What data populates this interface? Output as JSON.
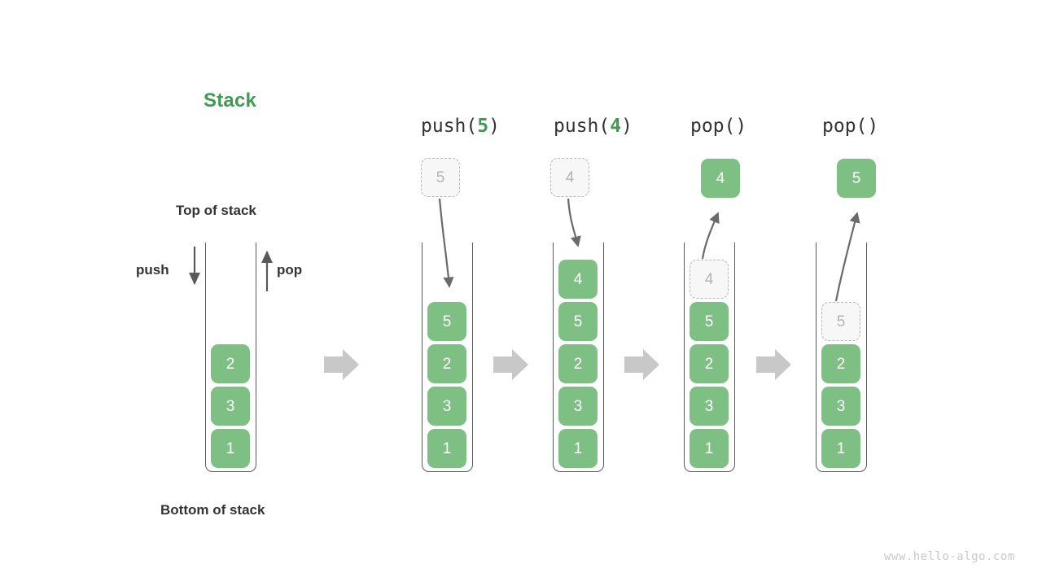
{
  "diagram": {
    "title": "Stack",
    "top_label": "Top of stack",
    "bottom_label": "Bottom of stack",
    "push_label": "push",
    "pop_label": "pop",
    "watermark": "www.hello-algo.com"
  },
  "colors": {
    "element_green": "#7ebf84",
    "title_green": "#3f9a52",
    "ghost_fill": "#f7f7f7",
    "ghost_border": "#b7b7b7",
    "ghost_text": "#b4b4b4",
    "arrow_gray": "#6a6a6a",
    "transition_arrow_gray": "#c8c8c8",
    "container_stroke": "#5a5a5a",
    "text_dark": "#333333",
    "watermark_gray": "#c9c9c9",
    "background": "#ffffff"
  },
  "steps": [
    {
      "id": "initial",
      "title_prefix": "",
      "title_arg": "",
      "title_suffix": "",
      "has_title": false,
      "elements": [
        "2",
        "3",
        "1"
      ],
      "floating": null,
      "ghost_in_stack": null,
      "arrow": null
    },
    {
      "id": "push-5",
      "title_prefix": "push(",
      "title_arg": "5",
      "title_suffix": ")",
      "has_title": true,
      "elements": [
        "5",
        "2",
        "3",
        "1"
      ],
      "floating": {
        "value": "5",
        "style": "ghost"
      },
      "ghost_in_stack": null,
      "arrow": "down"
    },
    {
      "id": "push-4",
      "title_prefix": "push(",
      "title_arg": "4",
      "title_suffix": ")",
      "has_title": true,
      "elements": [
        "4",
        "5",
        "2",
        "3",
        "1"
      ],
      "floating": {
        "value": "4",
        "style": "ghost"
      },
      "ghost_in_stack": null,
      "arrow": "down"
    },
    {
      "id": "pop-4",
      "title_prefix": "pop(",
      "title_arg": "",
      "title_suffix": ")",
      "has_title": true,
      "elements": [
        "5",
        "2",
        "3",
        "1"
      ],
      "floating": {
        "value": "4",
        "style": "solid"
      },
      "ghost_in_stack": {
        "value": "4"
      },
      "arrow": "up"
    },
    {
      "id": "pop-5",
      "title_prefix": "pop(",
      "title_arg": "",
      "title_suffix": ")",
      "has_title": true,
      "elements": [
        "2",
        "3",
        "1"
      ],
      "floating": {
        "value": "5",
        "style": "solid"
      },
      "ghost_in_stack": {
        "value": "5"
      },
      "arrow": "up"
    }
  ],
  "transition_arrows": [
    {
      "id": "t1"
    },
    {
      "id": "t2"
    },
    {
      "id": "t3"
    },
    {
      "id": "t4"
    }
  ]
}
